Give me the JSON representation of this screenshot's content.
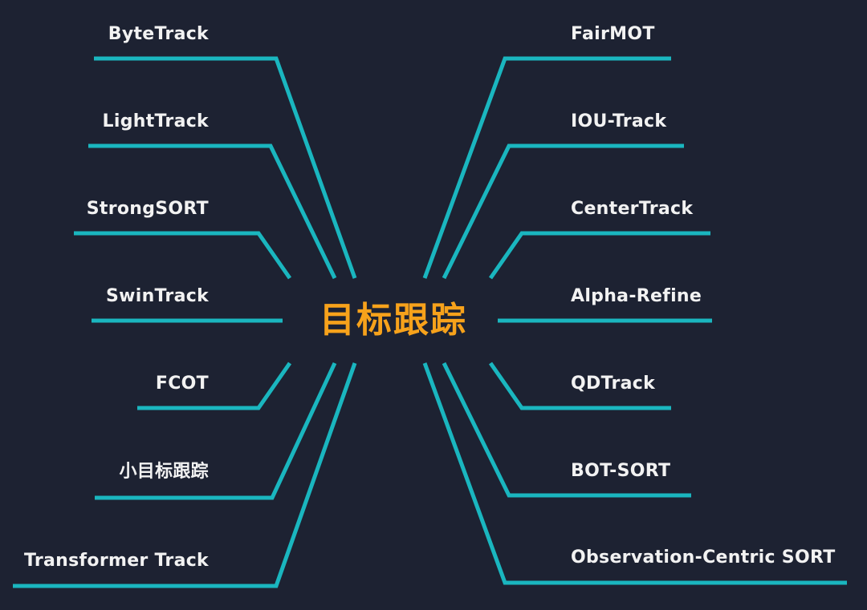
{
  "center": {
    "title": "目标跟踪"
  },
  "left_branches": [
    {
      "label": "ByteTrack"
    },
    {
      "label": "LightTrack"
    },
    {
      "label": "StrongSORT"
    },
    {
      "label": "SwinTrack"
    },
    {
      "label": "FCOT"
    },
    {
      "label": "小目标跟踪"
    },
    {
      "label": "Transformer Track"
    }
  ],
  "right_branches": [
    {
      "label": "FairMOT"
    },
    {
      "label": "IOU-Track"
    },
    {
      "label": "CenterTrack"
    },
    {
      "label": "Alpha-Refine"
    },
    {
      "label": "QDTrack"
    },
    {
      "label": "BOT-SORT"
    },
    {
      "label": "Observation-Centric SORT"
    }
  ],
  "colors": {
    "background": "#1d2232",
    "line": "#1ab6bf",
    "center_text": "#f7a21b",
    "label_text": "#f2f2f2"
  }
}
